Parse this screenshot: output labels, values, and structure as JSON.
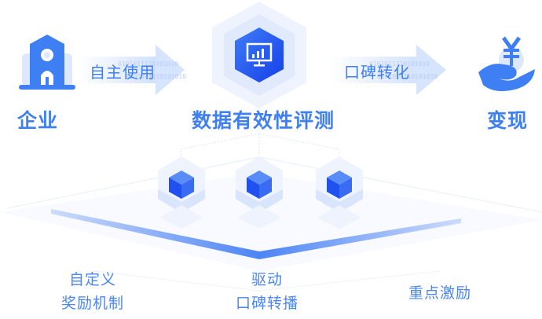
{
  "nodes": {
    "left": {
      "label": "企业",
      "icon": "building-icon"
    },
    "center": {
      "label": "数据有效性评测",
      "icon": "monitor-chart-icon"
    },
    "right": {
      "label": "变现",
      "icon": "hand-yuan-icon"
    }
  },
  "arrows": {
    "left": {
      "label": "自主使用",
      "pattern": "0101011110101010"
    },
    "right": {
      "label": "口碑转化",
      "pattern": "0101011110101010"
    }
  },
  "features": [
    {
      "line1": "自定义",
      "line2": "奖励机制"
    },
    {
      "line1": "驱动",
      "line2": "口碑转播"
    },
    {
      "line1": "重点激励",
      "line2": ""
    }
  ],
  "colors": {
    "primary": "#3f7ff4",
    "cube_dark": "#1f56f0",
    "cube_light": "#5c8ef7",
    "pale": "#e3ecfd"
  }
}
